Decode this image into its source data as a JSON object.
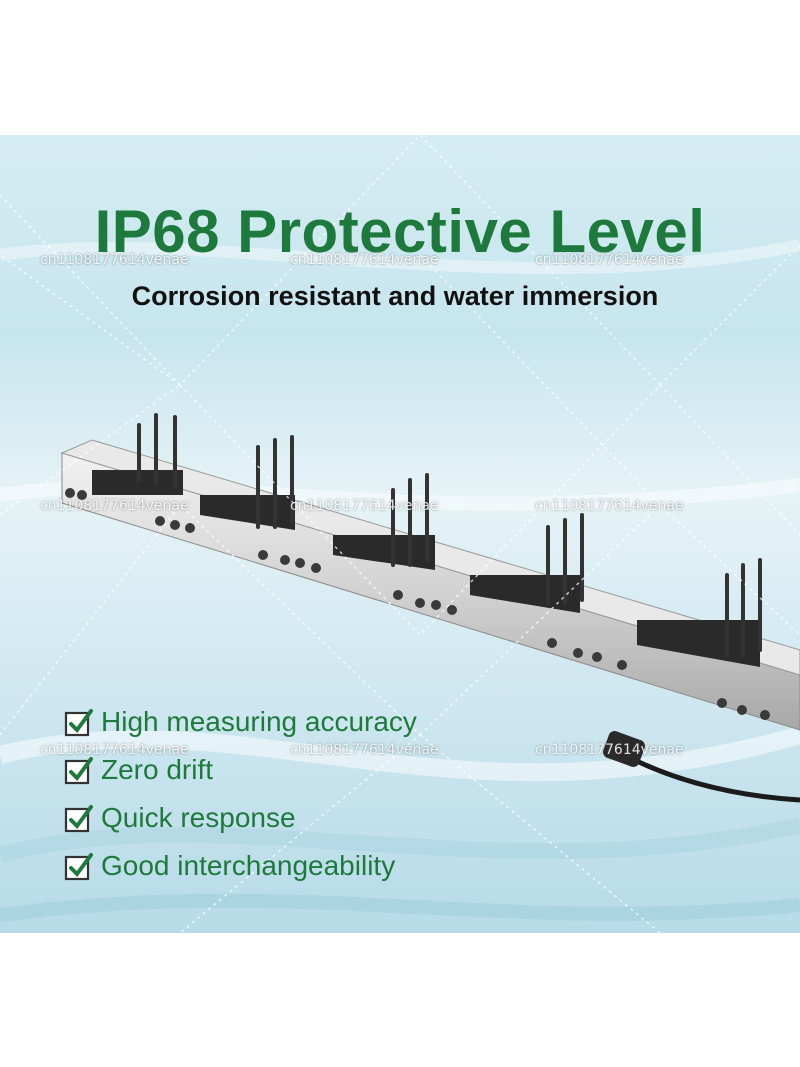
{
  "headline": {
    "title": "IP68 Protective Level",
    "subtitle": "Corrosion resistant and water immersion"
  },
  "features": [
    {
      "label": "High measuring accuracy",
      "icon": "checkbox-checked-icon"
    },
    {
      "label": "Zero drift",
      "icon": "checkbox-checked-icon"
    },
    {
      "label": "Quick response",
      "icon": "checkbox-checked-icon"
    },
    {
      "label": "Good interchangeability",
      "icon": "checkbox-checked-icon"
    }
  ],
  "watermark": {
    "text": "cn1108177614venae"
  },
  "colors": {
    "accent": "#1e7a3c",
    "text": "#111111",
    "water": "#c7e5ee"
  }
}
